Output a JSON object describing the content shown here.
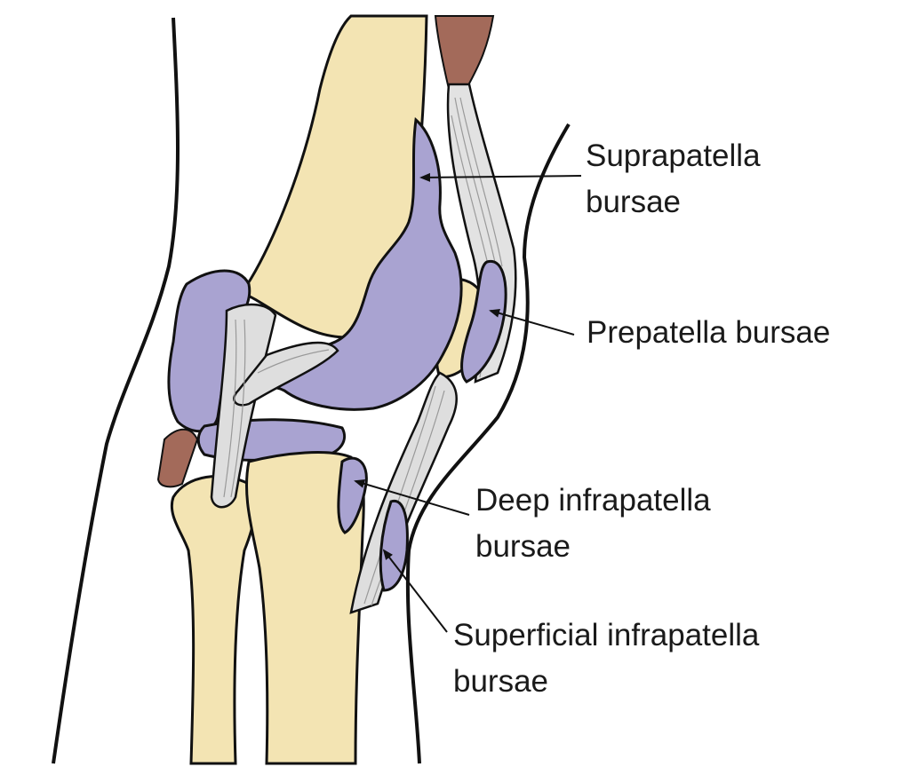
{
  "colors": {
    "bone": "#f3e4b3",
    "bursa": "#a9a3d1",
    "ligament": "#d9d9d9",
    "muscle": "#a36a5a",
    "outline": "#111111"
  },
  "labels": {
    "suprapatella": {
      "line1": "Suprapatella",
      "line2": "bursae"
    },
    "prepatella": {
      "line1": "Prepatella bursae"
    },
    "deep_infrapatella": {
      "line1": "Deep infrapatella",
      "line2": "bursae"
    },
    "superficial_infrapatella": {
      "line1": "Superficial infrapatella",
      "line2": "bursae"
    }
  }
}
